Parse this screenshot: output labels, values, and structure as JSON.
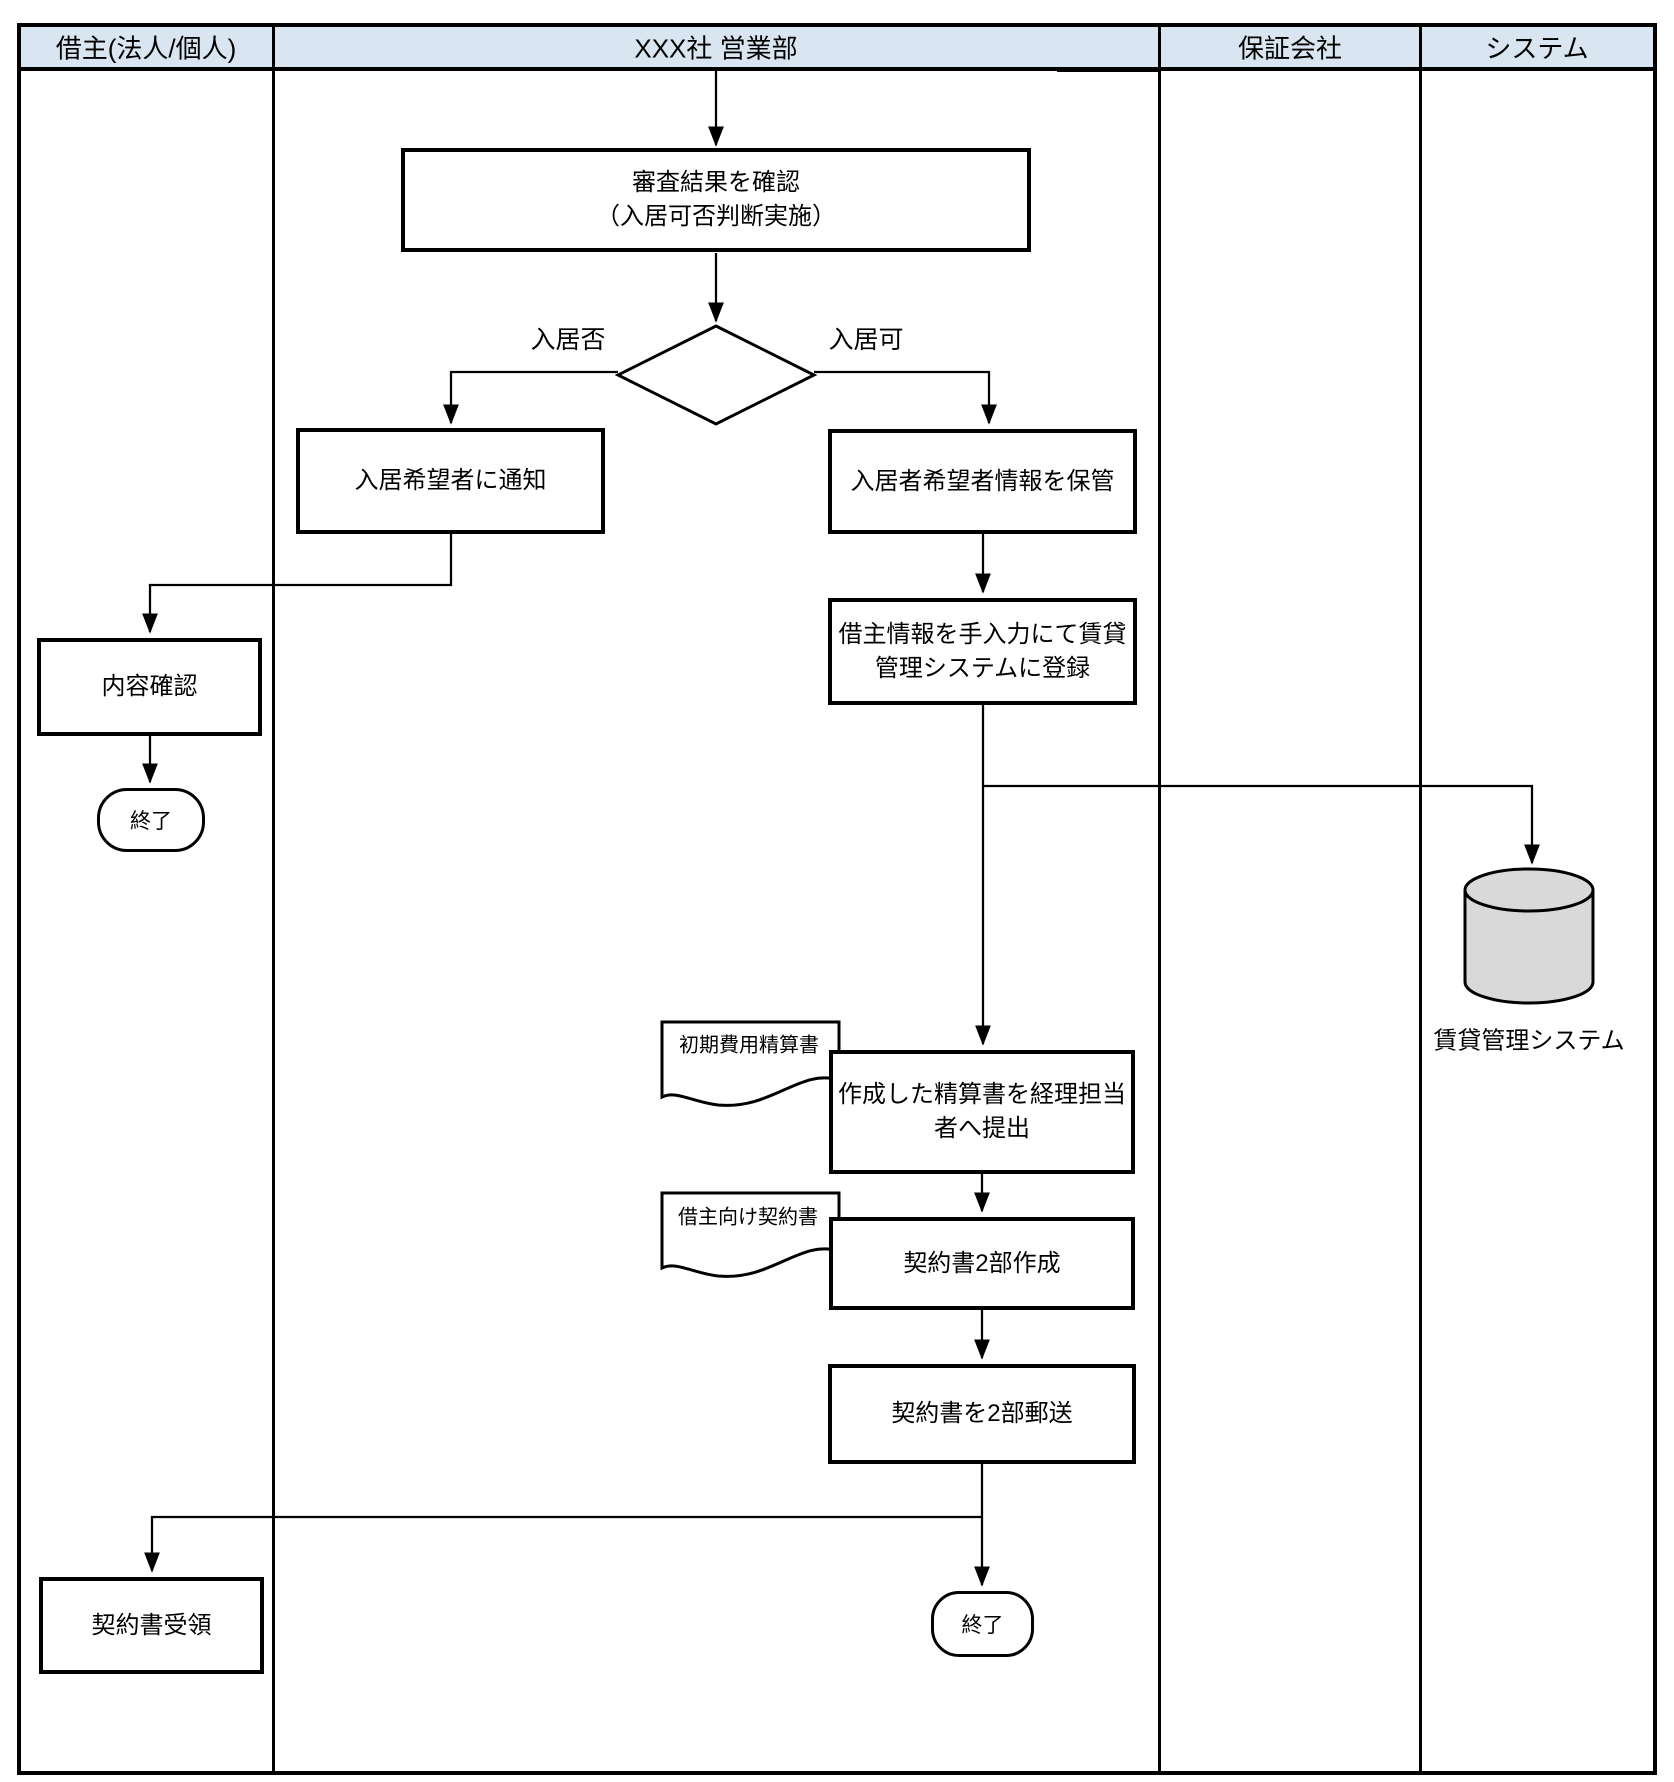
{
  "lanes": [
    {
      "label": "借主(法人/個人)"
    },
    {
      "label": "XXX社 営業部"
    },
    {
      "label": "保証会社"
    },
    {
      "label": "システム"
    }
  ],
  "nodes": {
    "review": {
      "label": "審査結果を確認\n（入居可否判断実施）"
    },
    "decision": {
      "label_no": "入居否",
      "label_yes": "入居可"
    },
    "notify": {
      "label": "入居希望者に通知"
    },
    "store": {
      "label": "入居者希望者情報を保管"
    },
    "register": {
      "label": "借主情報を手入力にて賃貸\n管理システムに登録"
    },
    "content_check": {
      "label": "内容確認"
    },
    "end_left": {
      "label": "終了"
    },
    "database": {
      "label": "賃貸管理システム"
    },
    "doc_initial_cost": {
      "label": "初期費用精算書"
    },
    "submit": {
      "label": "作成した精算書を経理担当\n者へ提出"
    },
    "doc_contract": {
      "label": "借主向け契約書"
    },
    "create_contract": {
      "label": "契約書2部作成"
    },
    "mail_contract": {
      "label": "契約書を2部郵送"
    },
    "receive_contract": {
      "label": "契約書受領"
    },
    "end_right": {
      "label": "終了"
    }
  },
  "colors": {
    "header_fill": "#d9e5f0",
    "cylinder_fill": "#d9d9d9",
    "stroke": "#000000",
    "background": "#ffffff"
  }
}
